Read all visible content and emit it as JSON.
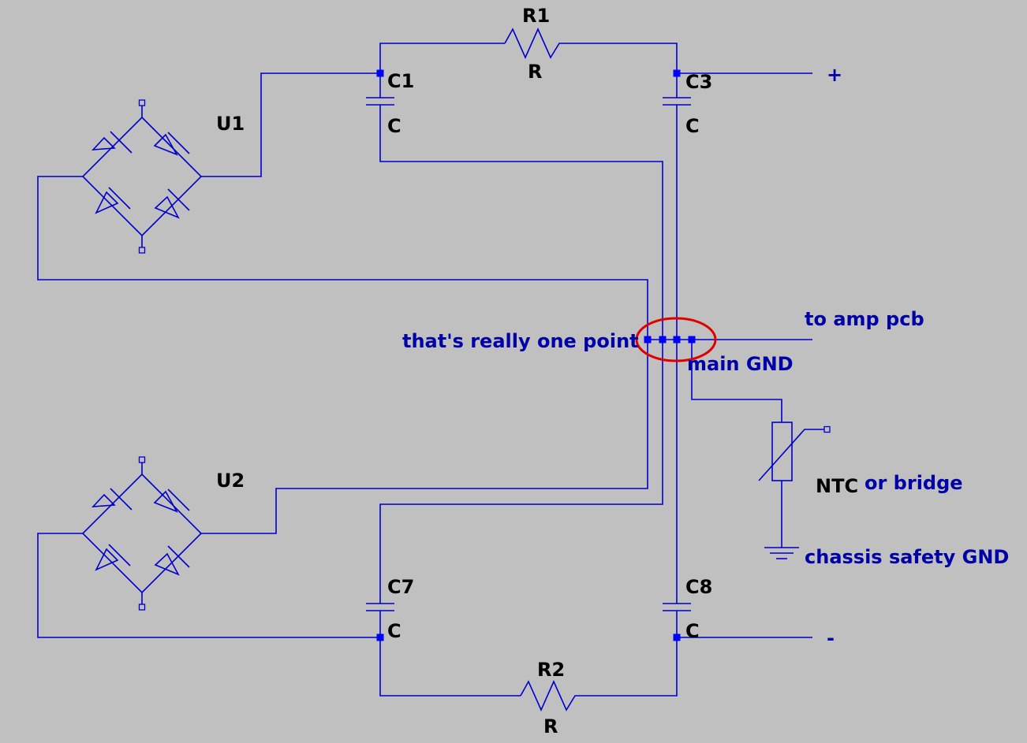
{
  "components": {
    "u1": "U1",
    "u2": "U2",
    "c1_name": "C1",
    "c1_value": "C",
    "c3_name": "C3",
    "c3_value": "C",
    "c7_name": "C7",
    "c7_value": "C",
    "c8_name": "C8",
    "c8_value": "C",
    "r1_name": "R1",
    "r1_value": "R",
    "r2_name": "R2",
    "r2_value": "R",
    "ntc": "NTC"
  },
  "annotations": {
    "plus": "+",
    "minus": "-",
    "one_point": "that's really one point",
    "to_amp": "to amp pcb",
    "main_gnd": "main GND",
    "or_bridge": "or bridge",
    "chassis_gnd": "chassis safety GND"
  },
  "colors": {
    "background": "#c0c0c0",
    "wire": "#0000cc",
    "annotation_text": "#0000a8",
    "component_text": "#000000",
    "highlight_circle": "#e00000"
  }
}
